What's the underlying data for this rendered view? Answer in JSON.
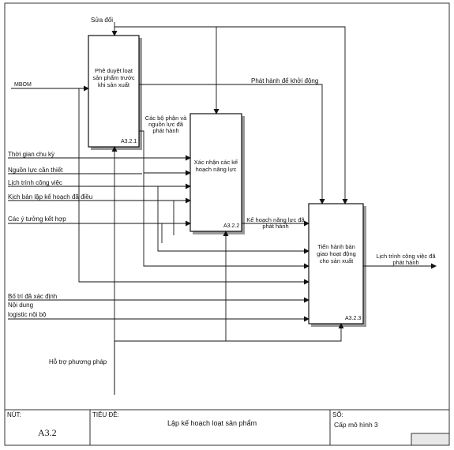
{
  "boxes": [
    {
      "id": "A3.2.1",
      "code": "A3.2.1",
      "title": "Phê duyệt loạt sản phẩm trước khi sản xuất"
    },
    {
      "id": "A3.2.2",
      "code": "A3.2.2",
      "title": "Xác nhận các kế hoạch năng lực"
    },
    {
      "id": "A3.2.3",
      "code": "A3.2.3",
      "title": "Tiến hành bàn giao hoạt động cho sản xuất"
    }
  ],
  "arrows": {
    "sua_doi": "Sửa đổi",
    "mbom": "MBOM",
    "phat_hanh": "Phát hành để khởi động",
    "bo_phan": "Các bộ phận và nguồn lực đã phát hành",
    "thoi_gian": "Thời gian chu kỳ",
    "nguon_luc": "Nguồn lực cần thiết",
    "lich_trinh": "Lịch trình công việc",
    "ke_ban_lap": "Kịch bản lập kế hoạch đã điều",
    "y_tuong": "Các ý tưởng kết hợp",
    "ke_hoach_nang_luc": "Kế hoạch năng lực đã phát hành",
    "lich_trinh_out": "Lịch trình công việc đã phát hành",
    "bo_tri": "Bố trí đã xác định",
    "noi_dung": "Nội dung",
    "logistic": "logistic nội bộ",
    "ho_tro": "Hỗ trợ phương pháp"
  },
  "footer": {
    "node_label": "NÚT:",
    "node_value": "A3.2",
    "title_label": "TIÊU ĐỀ:",
    "title_value": "Lập kế hoạch loạt sản phẩm",
    "number_label": "SỐ:",
    "number_value": "Cấp mô hình 3"
  }
}
